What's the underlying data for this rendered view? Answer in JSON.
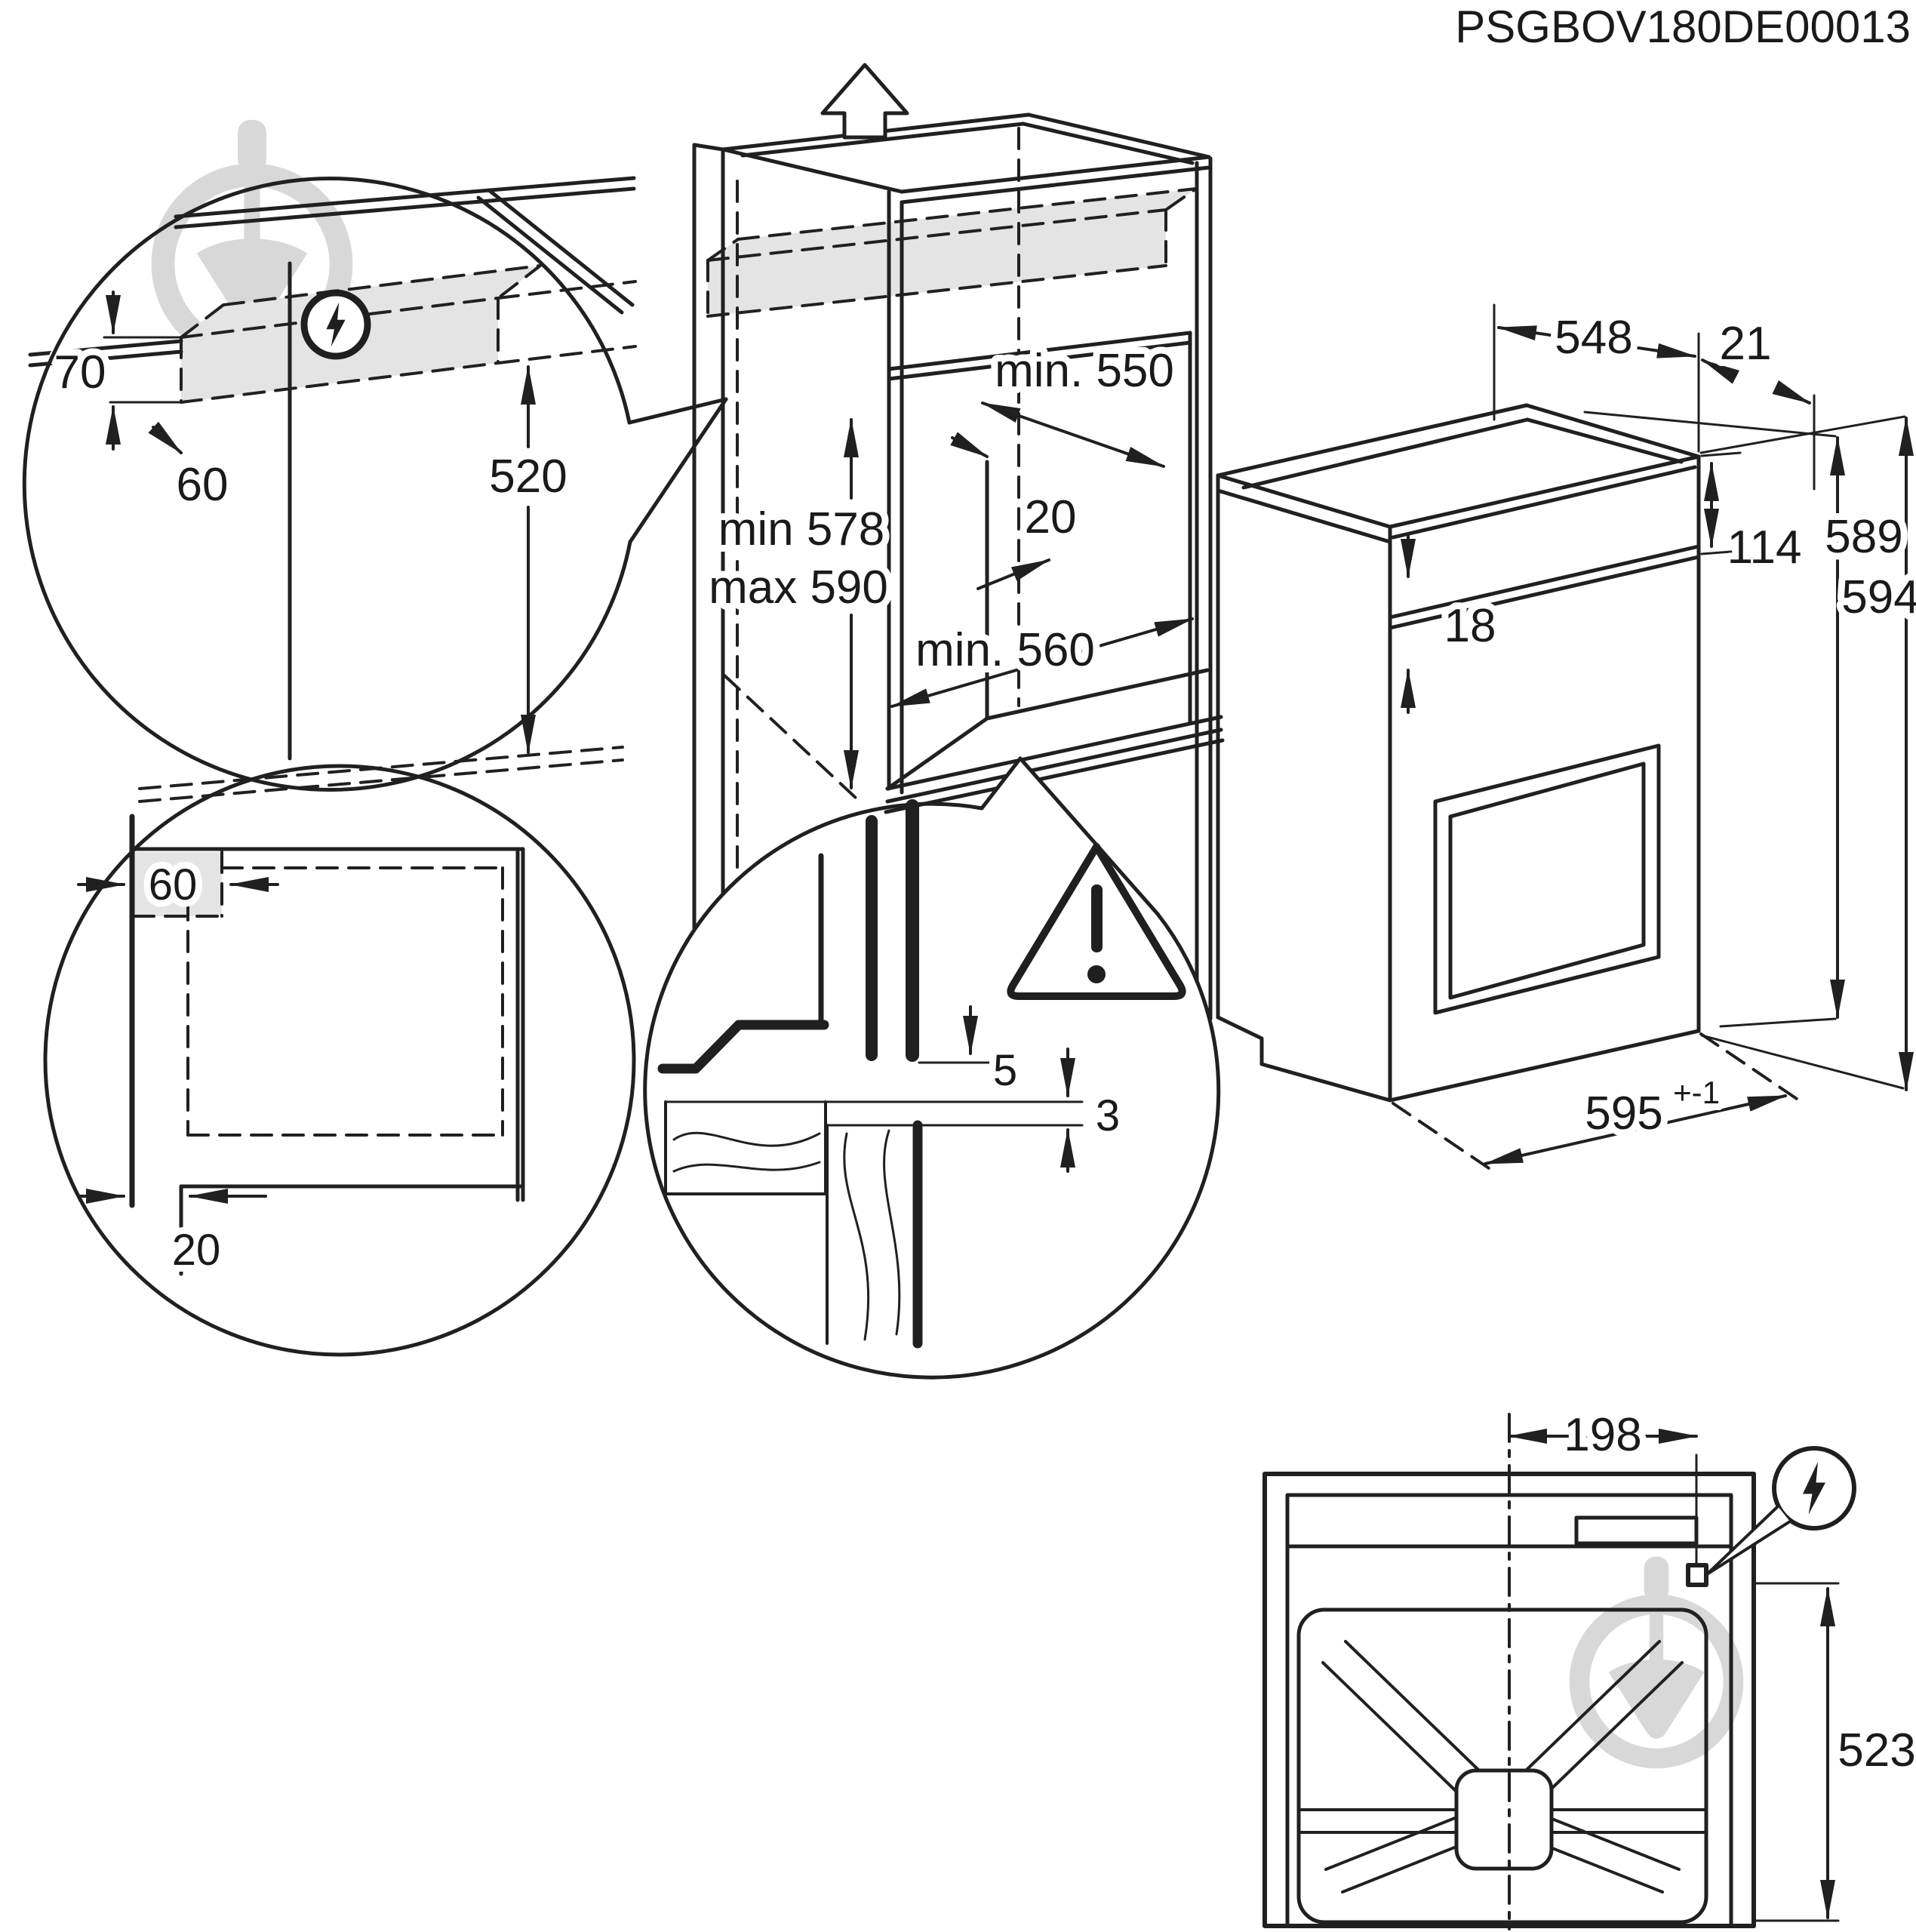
{
  "title": "PSGBOV180DE00013",
  "colors": {
    "line": "#202020",
    "shaded_area": "#e4e4e4",
    "watermark": "#d8d8d8",
    "background": "#ffffff"
  },
  "icons": {
    "lightning": "electrical-connection",
    "warning": "warning-triangle",
    "up_arrow": "removal-direction-arrow",
    "watermark": "trowel-in-circle"
  },
  "detail_top": {
    "height_70": "70",
    "depth_60": "60",
    "height_520": "520"
  },
  "cabinet": {
    "min_550": "min. 550",
    "gap_20": "20",
    "min_578": "min 578",
    "max_590": "max 590",
    "min_560": "min. 560"
  },
  "oven": {
    "width_548": "548",
    "offset_21": "21",
    "trim_18": "18",
    "panel_114": "114",
    "height_589": "589",
    "height_594": "594",
    "width_595": "595",
    "tolerance_595": "+-1"
  },
  "detail_plan": {
    "inset_60": "60",
    "gap_20": "20"
  },
  "detail_section": {
    "gap_5": "5",
    "gap_3": "3"
  },
  "back_view": {
    "offset_198": "198",
    "height_523": "523"
  }
}
